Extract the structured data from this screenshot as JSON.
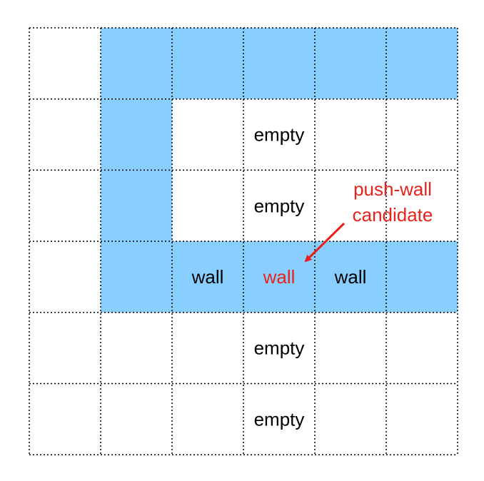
{
  "grid": {
    "rows": 6,
    "cols": 6,
    "wall_color": "#88cfff",
    "line_color": "#000000",
    "wall_cells": [
      [
        0,
        1
      ],
      [
        0,
        2
      ],
      [
        0,
        3
      ],
      [
        0,
        4
      ],
      [
        0,
        5
      ],
      [
        1,
        1
      ],
      [
        2,
        1
      ],
      [
        3,
        1
      ],
      [
        3,
        2
      ],
      [
        3,
        3
      ],
      [
        3,
        4
      ],
      [
        3,
        5
      ]
    ],
    "cell_labels": [
      {
        "row": 1,
        "col": 3,
        "text": "empty",
        "color": "#000000"
      },
      {
        "row": 2,
        "col": 3,
        "text": "empty",
        "color": "#000000"
      },
      {
        "row": 3,
        "col": 2,
        "text": "wall",
        "color": "#000000"
      },
      {
        "row": 3,
        "col": 3,
        "text": "wall",
        "color": "#e8221b"
      },
      {
        "row": 3,
        "col": 4,
        "text": "wall",
        "color": "#000000"
      },
      {
        "row": 4,
        "col": 3,
        "text": "empty",
        "color": "#000000"
      },
      {
        "row": 5,
        "col": 3,
        "text": "empty",
        "color": "#000000"
      }
    ]
  },
  "annotation": {
    "line1": "push-wall",
    "line2": "candidate",
    "color": "#e8221b"
  }
}
